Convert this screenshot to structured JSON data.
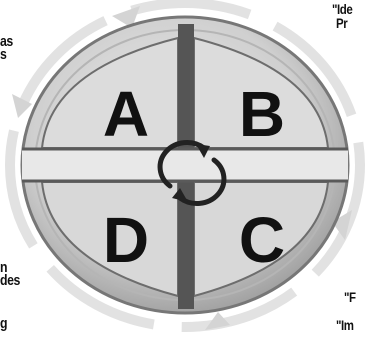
{
  "quadrants": {
    "top_left": "A",
    "top_right": "B",
    "bottom_right": "C",
    "bottom_left": "D"
  },
  "fragments": {
    "left_top_line1": "as",
    "left_top_line2": "s",
    "left_bottom_line1": "n",
    "left_bottom_line2": "des",
    "left_bottom_line3": "g",
    "right_top_line1": "\"Ide",
    "right_top_line2": "Pr",
    "right_bottom_line1": "\"F",
    "right_bottom_line2": "\"Im"
  },
  "colors": {
    "disc_dark": "#8f8f8f",
    "disc_light": "#e6e6e6",
    "arrow_ring": "#c6c6c6",
    "cross": "#4e4e4e",
    "text": "#111111"
  }
}
